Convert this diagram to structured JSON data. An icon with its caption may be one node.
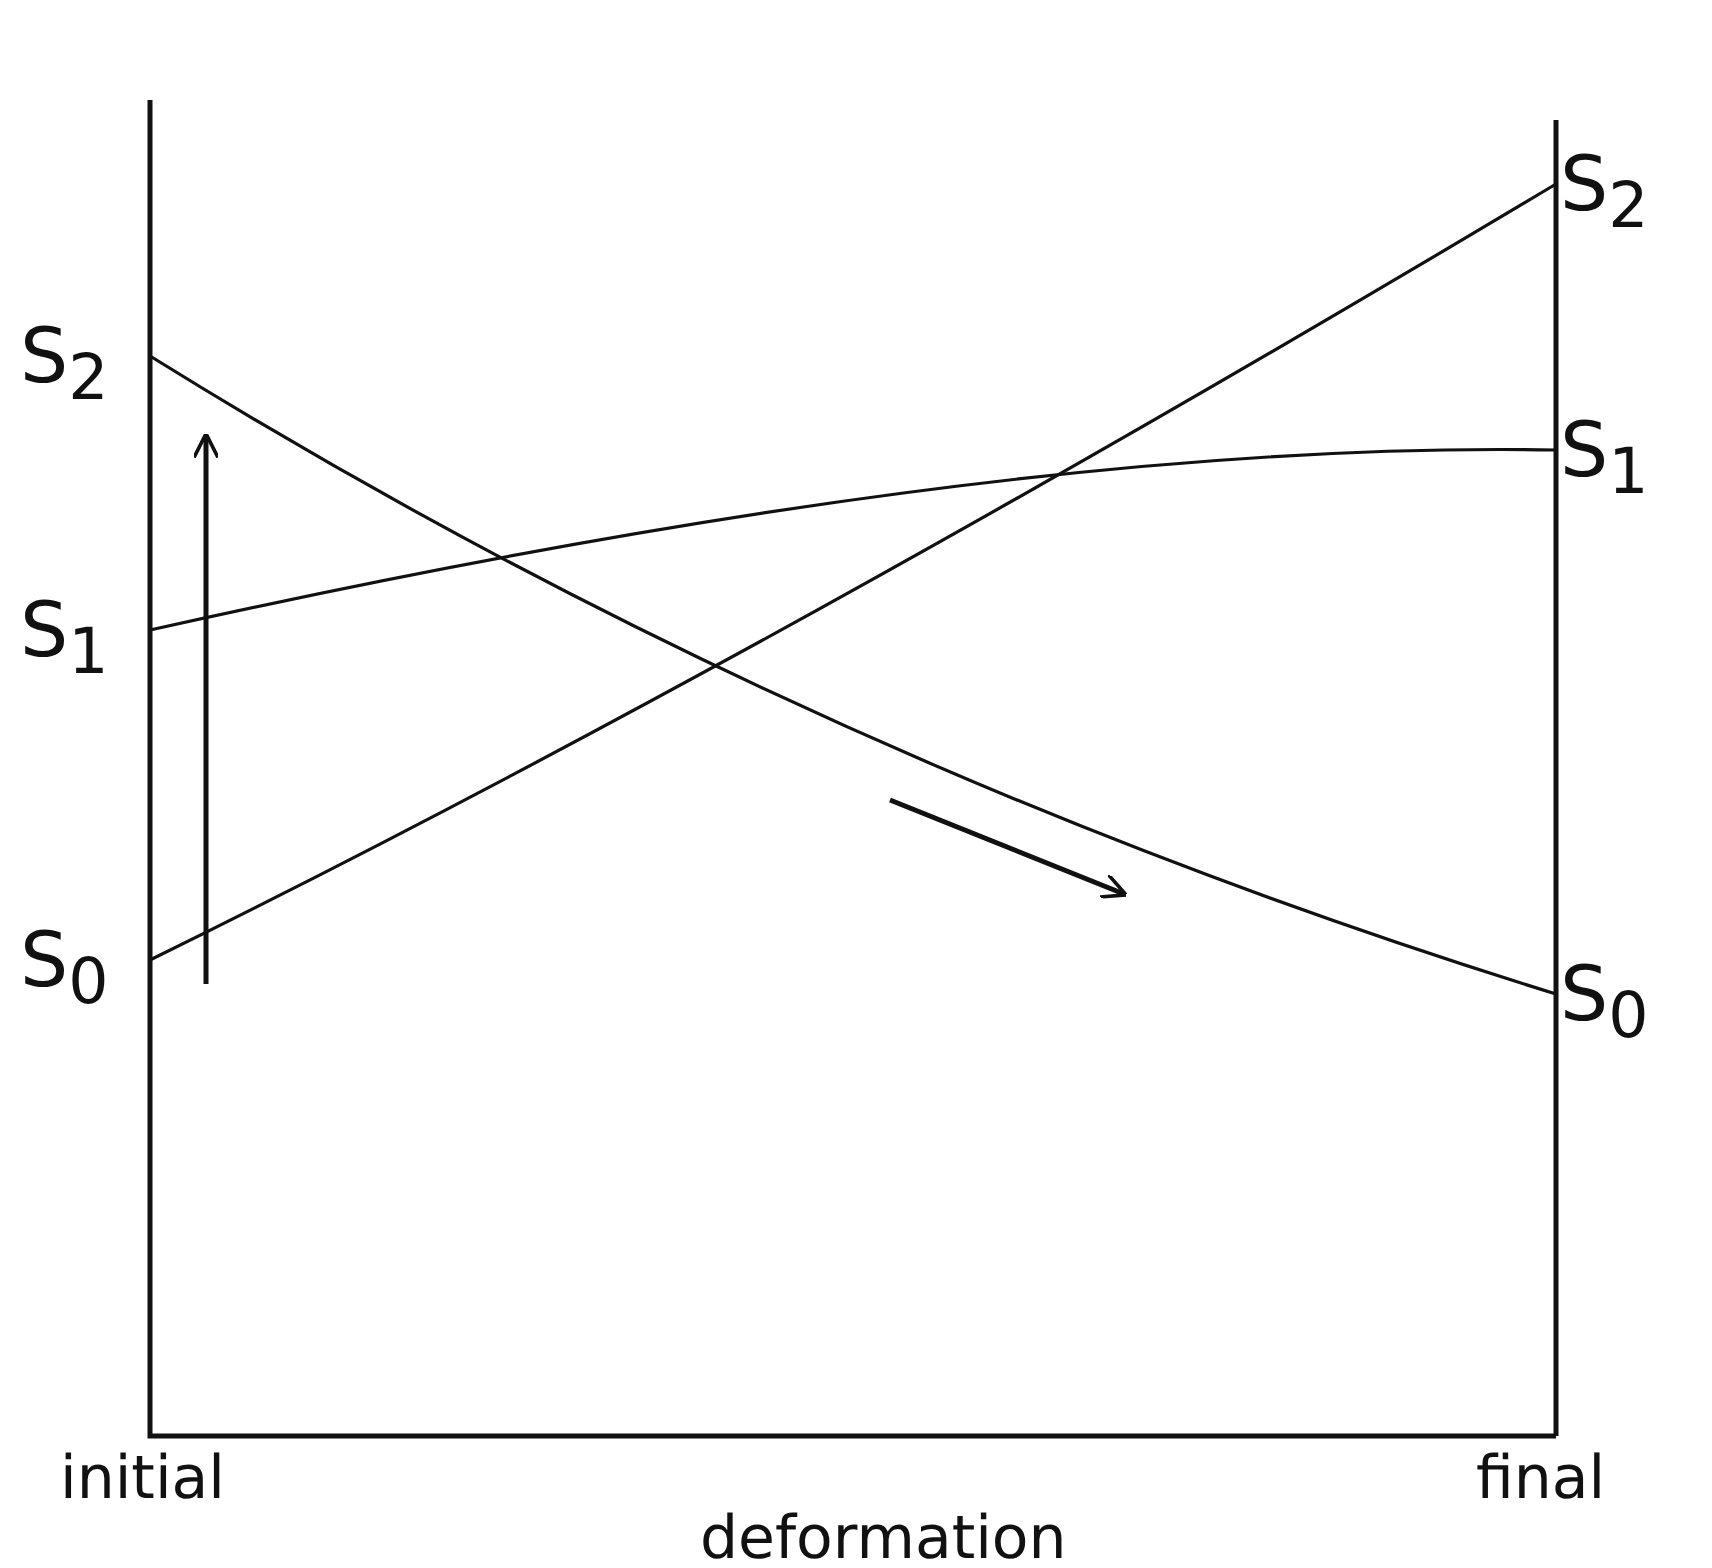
{
  "diagram": {
    "nodes": [
      {
        "text": [
          "S$_{2}$"
        ]
      },
      {
        "text": [
          "S$_{1}$"
        ]
      },
      {
        "text": [
          "S$_{0}$"
        ]
      },
      {
        "text": [
          "S$_{2}$"
        ]
      },
      {
        "text": [
          "S$_{1}$"
        ]
      },
      {
        "text": [
          "S$_{0}$"
        ]
      }
    ],
    "edges": [
      {
        "from": 2,
        "to": 3,
        "arrow": "none"
      },
      {
        "from": 0,
        "to": 5,
        "arrow": "none"
      },
      {
        "from": 1,
        "to": 4,
        "arrow": "none"
      }
    ],
    "labels": [
      "initial",
      "final",
      "deformation"
    ]
  }
}
